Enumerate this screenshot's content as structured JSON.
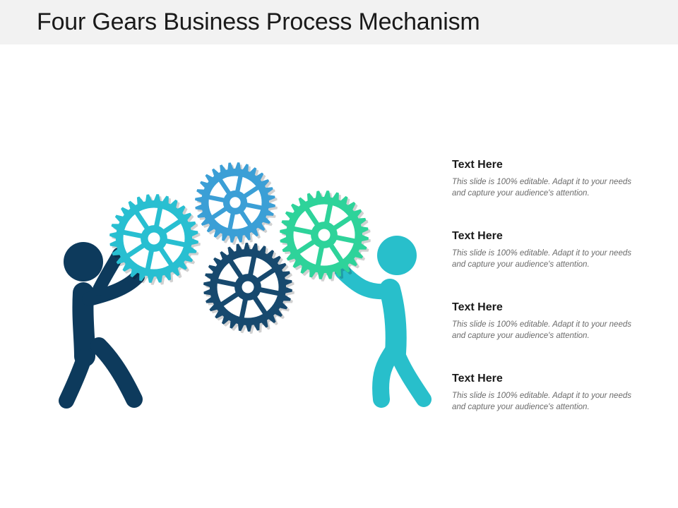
{
  "title": "Four Gears Business Process Mechanism",
  "colors": {
    "figure_left": "#0d3a5c",
    "figure_right": "#28bfcb",
    "gear_cyan": "#28bfd1",
    "gear_blue": "#3b9fd6",
    "gear_green": "#2ed39a",
    "gear_navy": "#17496e"
  },
  "items": [
    {
      "heading": "Text Here",
      "body": "This slide is 100% editable. Adapt it to your needs and capture your audience's attention."
    },
    {
      "heading": "Text Here",
      "body": "This slide is 100% editable. Adapt it to your needs and capture your audience's attention."
    },
    {
      "heading": "Text Here",
      "body": "This slide is 100% editable. Adapt it to your needs and capture your audience's attention."
    },
    {
      "heading": "Text Here",
      "body": "This slide is 100% editable. Adapt it to your needs and capture your audience's attention."
    }
  ]
}
